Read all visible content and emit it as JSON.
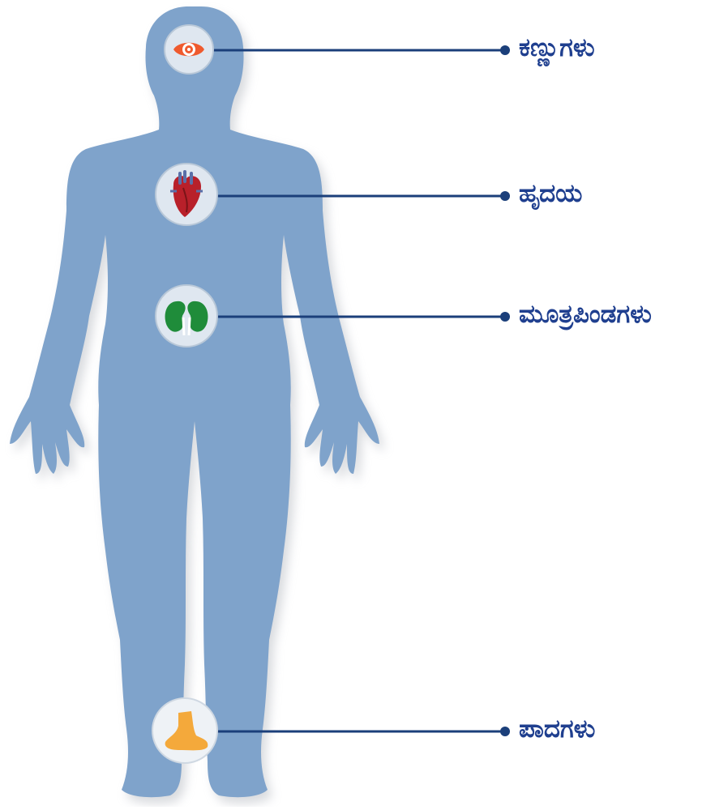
{
  "colors": {
    "body_fill": "#7fa3cb",
    "body_shadow": "#c9ccd1",
    "connector": "#1b3f7a",
    "label_text": "#1f3f8f",
    "badge_fill": "#dfe7f0"
  },
  "callouts": [
    {
      "organ": "eye",
      "icon": "eye-icon",
      "label": "ಕಣ್ಣುಗಳು"
    },
    {
      "organ": "heart",
      "icon": "heart-icon",
      "label": "ಹೃದಯ"
    },
    {
      "organ": "kidneys",
      "icon": "kidneys-icon",
      "label": "ಮೂತ್ರಪಿಂಡಗಳು"
    },
    {
      "organ": "feet",
      "icon": "foot-icon",
      "label": "ಪಾದಗಳು"
    }
  ]
}
